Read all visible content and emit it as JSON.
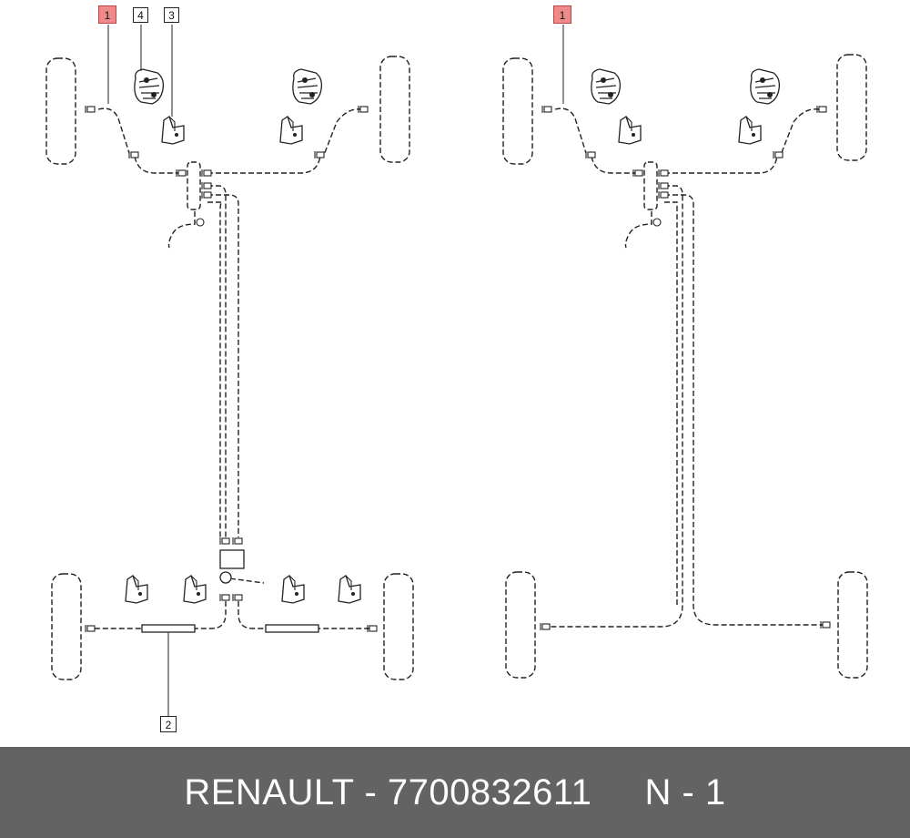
{
  "callouts": {
    "left_part_1": "1",
    "left_part_4": "4",
    "left_part_3": "3",
    "left_part_2": "2",
    "right_part_1": "1"
  },
  "footer": {
    "brand": "RENAULT",
    "separator": " - ",
    "part_number": "7700832611",
    "gap": "     ",
    "page": "N - 1"
  },
  "colors": {
    "highlight": "#f08a8a",
    "footer_bg": "#636363",
    "line": "#222222"
  }
}
